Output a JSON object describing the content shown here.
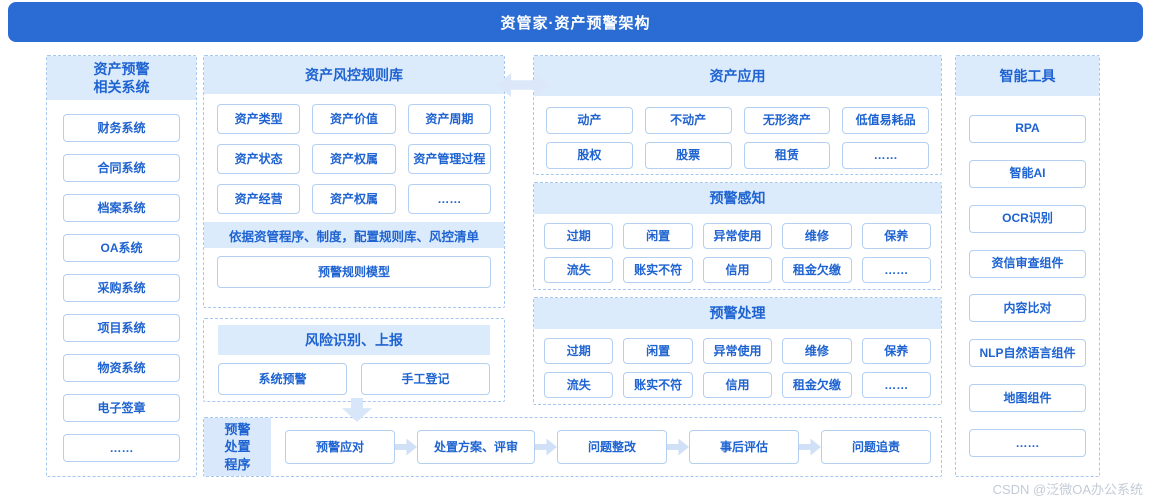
{
  "header": {
    "title": "资管家·资产预警架构"
  },
  "colors": {
    "primary": "#2a6cd3",
    "band_bg": "#dcebfb",
    "text_blue": "#1e63d1",
    "dashed_border": "#a6c7ee",
    "box_border": "#b3d0f0",
    "arrow": "#cfe0f7"
  },
  "left_panel": {
    "title_line1": "资产预警",
    "title_line2": "相关系统",
    "items": [
      "财务系统",
      "合同系统",
      "档案系统",
      "OA系统",
      "采购系统",
      "项目系统",
      "物资系统",
      "电子签章",
      "……"
    ]
  },
  "rules_panel": {
    "title": "资产风控规则库",
    "items": [
      "资产类型",
      "资产价值",
      "资产周期",
      "资产状态",
      "资产权属",
      "资产管理过程",
      "资产经营",
      "资产权属",
      "……"
    ],
    "banner": "依据资管程序、制度，配置规则库、风控清单",
    "model": "预警规则模型"
  },
  "risk_panel": {
    "title": "风险识别、上报",
    "items": [
      "系统预警",
      "手工登记"
    ]
  },
  "apps_panel": {
    "title": "资产应用",
    "items": [
      "动产",
      "不动产",
      "无形资产",
      "低值易耗品",
      "股权",
      "股票",
      "租赁",
      "……"
    ]
  },
  "sense_panel": {
    "title": "预警感知",
    "items": [
      "过期",
      "闲置",
      "异常使用",
      "维修",
      "保养",
      "流失",
      "账实不符",
      "信用",
      "租金欠缴",
      "……"
    ]
  },
  "handle_panel": {
    "title": "预警处理",
    "items": [
      "过期",
      "闲置",
      "异常使用",
      "维修",
      "保养",
      "流失",
      "账实不符",
      "信用",
      "租金欠缴",
      "……"
    ]
  },
  "process_panel": {
    "title_line1": "预警",
    "title_line2": "处置",
    "title_line3": "程序",
    "steps": [
      "预警应对",
      "处置方案、评审",
      "问题整改",
      "事后评估",
      "问题追责"
    ]
  },
  "tools_panel": {
    "title": "智能工具",
    "items": [
      "RPA",
      "智能AI",
      "OCR识别",
      "资信审查组件",
      "内容比对",
      "NLP自然语言组件",
      "地图组件",
      "……"
    ]
  },
  "watermark": "CSDN @泛微OA办公系统"
}
